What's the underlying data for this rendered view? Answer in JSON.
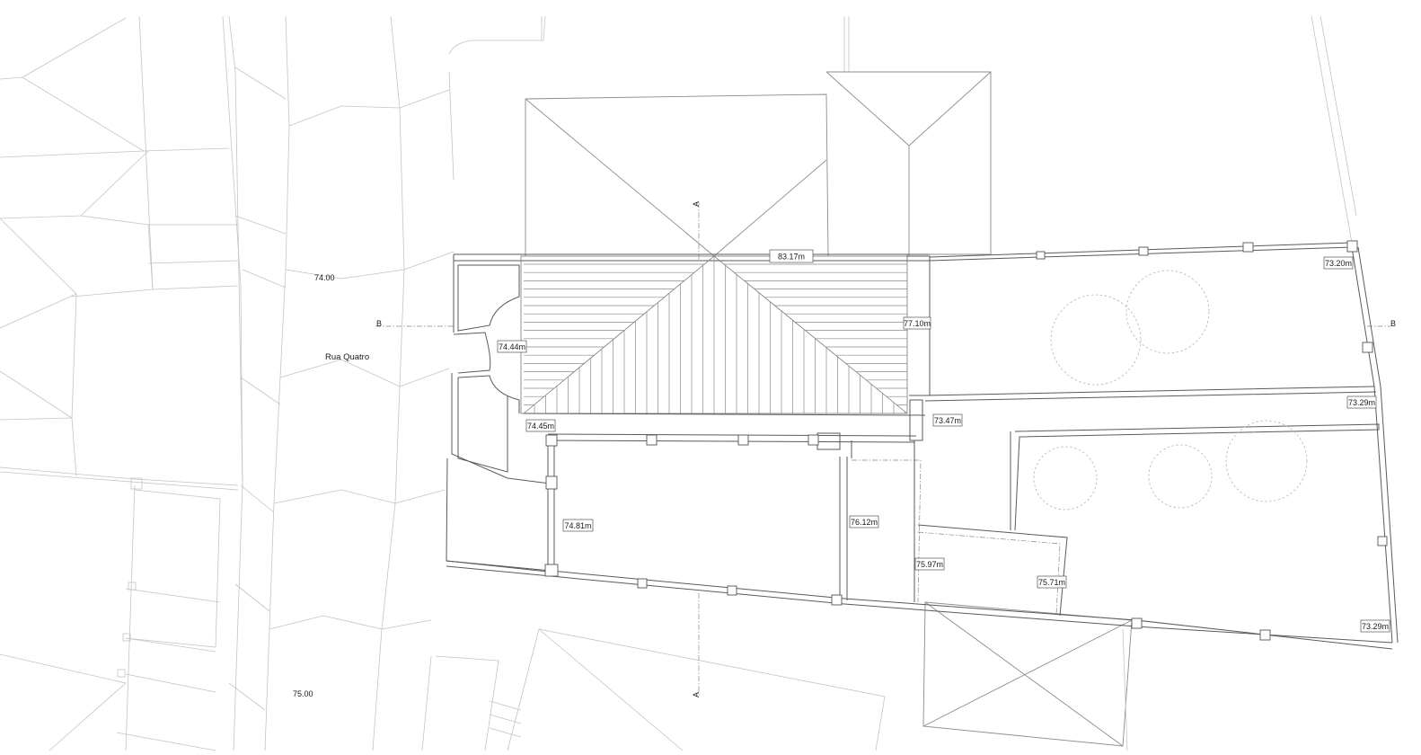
{
  "street": {
    "name": "Rua Quatro"
  },
  "contours": [
    "74.00",
    "75.00"
  ],
  "section_marks": {
    "a_top": "A",
    "a_bottom": "A",
    "b_left": "B",
    "b_right": "B"
  },
  "elevations": {
    "roof_ridge": "83.17m",
    "east_wall": "77.10m",
    "west_patio": "74.44m",
    "porch": "74.45m",
    "hall": "74.81m",
    "north_garden": "73.20m",
    "garden_mid": "73.29m",
    "terrace": "73.47m",
    "stair": "76.12m",
    "annex_west": "75.97m",
    "annex_east": "75.71m",
    "south_garden": "73.29m"
  }
}
